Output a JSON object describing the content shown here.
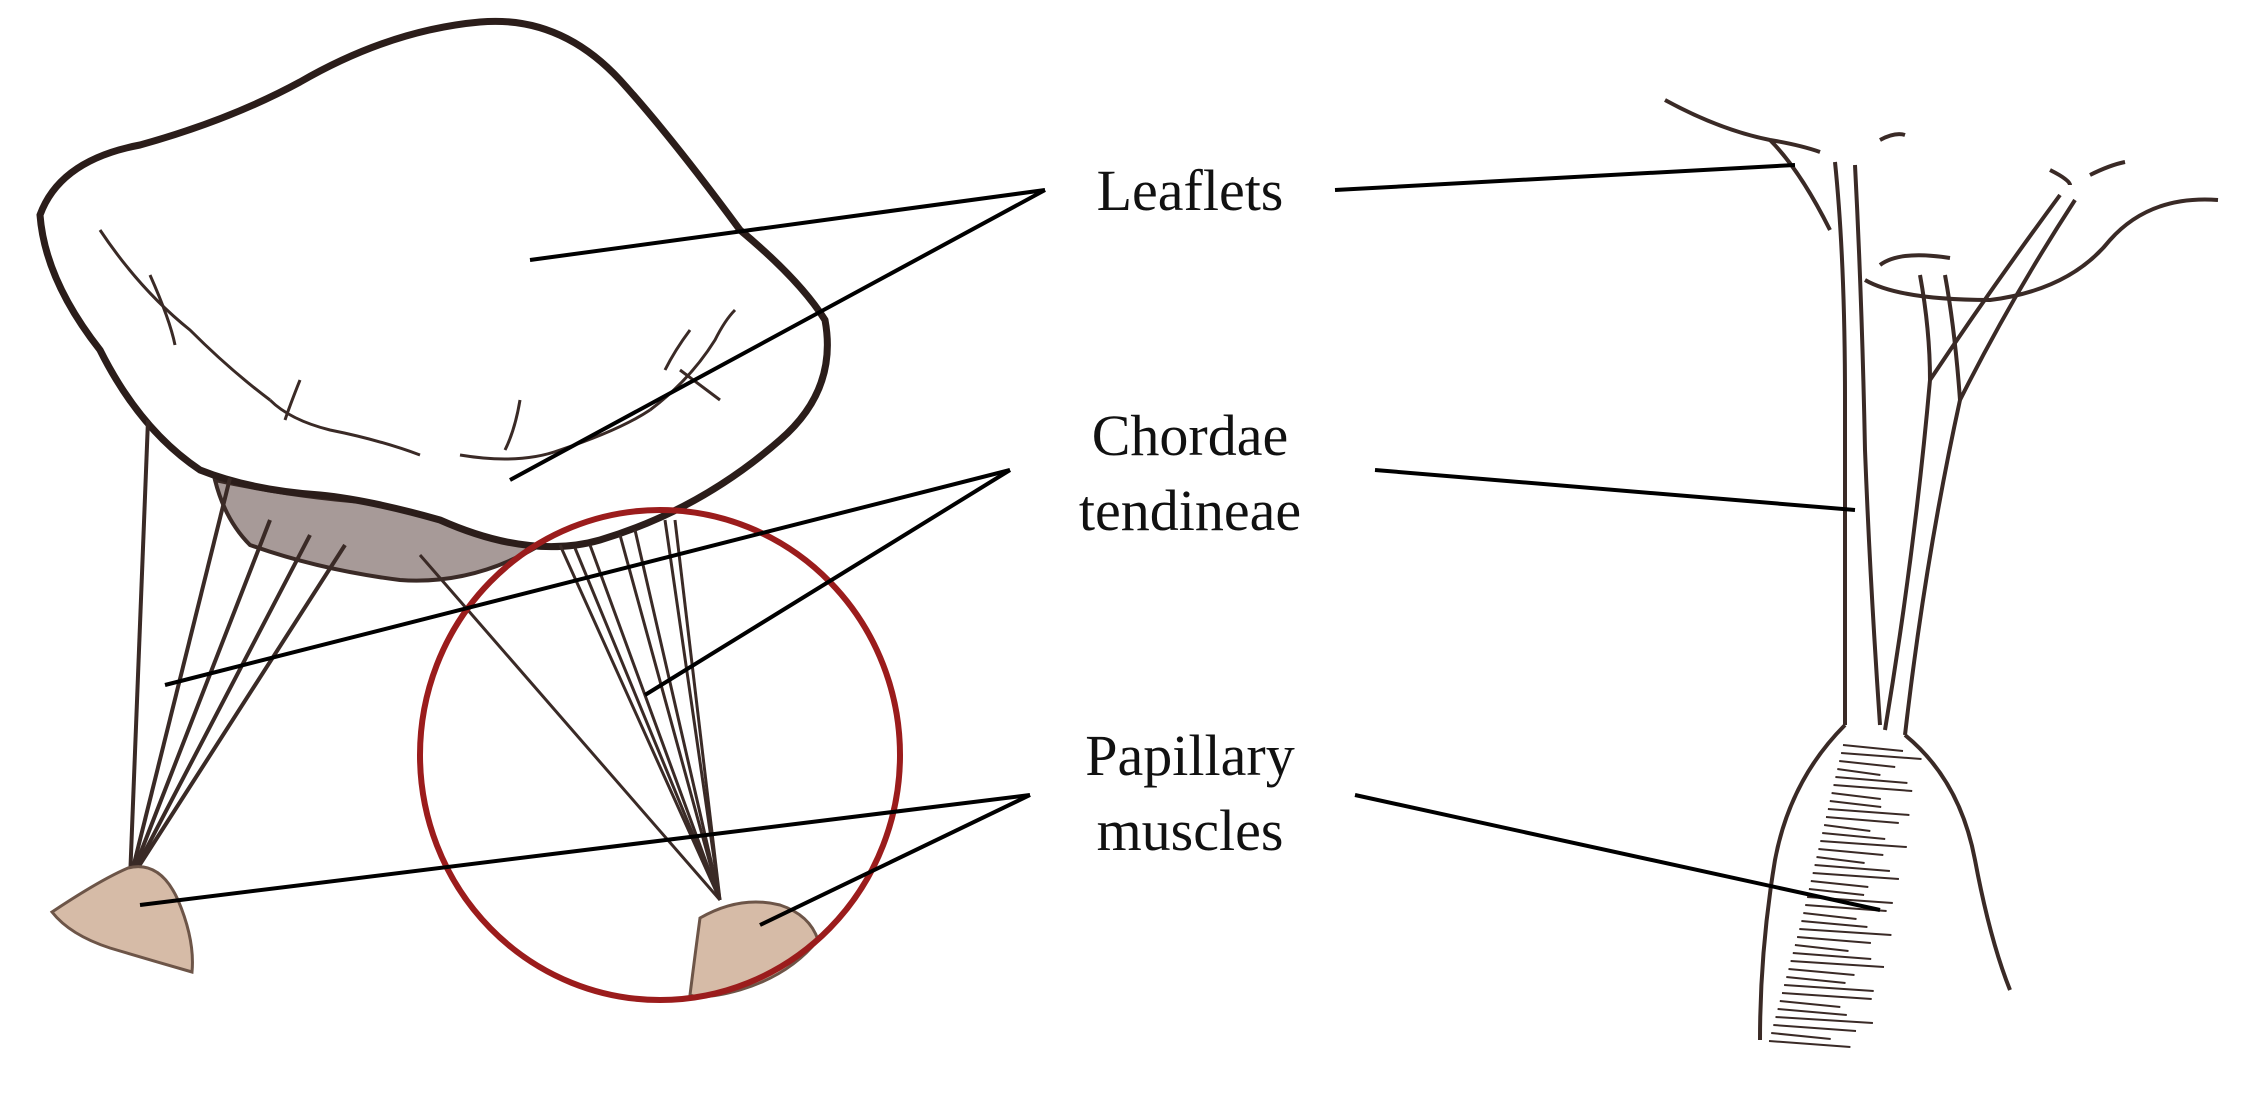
{
  "labels": {
    "leaflets": "Leaflets",
    "chordae_line1": "Chordae",
    "chordae_line2": "tendineae",
    "papillary_line1": "Papillary",
    "papillary_line2": "muscles"
  },
  "colors": {
    "background": "#ffffff",
    "ink": "#3a2a26",
    "leader_line": "#000000",
    "muscle_fill": "#d6bba7",
    "leaflet_shade": "#a79a98",
    "highlight_circle": "#9b1c1c"
  },
  "highlight": {
    "shape": "circle",
    "meaning": "magnified in the right-hand panel"
  }
}
